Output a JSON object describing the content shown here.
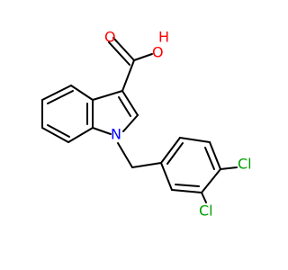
{
  "molecule": {
    "atoms": {
      "O_carbonyl": {
        "label": "O",
        "color": "#ff0000"
      },
      "O_hydroxyl": {
        "label": "O",
        "color": "#ff0000"
      },
      "H_hydroxyl": {
        "label": "H",
        "color": "#ff0000"
      },
      "N_indole": {
        "label": "N",
        "color": "#0000ff"
      },
      "Cl_3": {
        "label": "Cl",
        "color": "#00a000"
      },
      "Cl_4": {
        "label": "Cl",
        "color": "#00a000"
      }
    }
  }
}
